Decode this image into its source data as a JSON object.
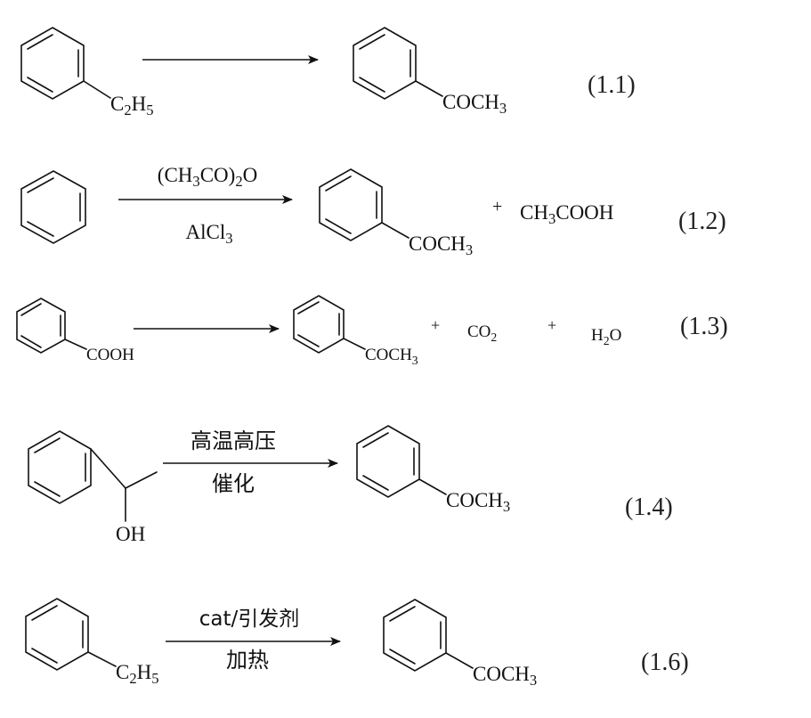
{
  "reactions": [
    {
      "reactant": {
        "substituent": "C2H5"
      },
      "product": {
        "substituent": "COCH3"
      },
      "conditions": {
        "above": "",
        "below": ""
      },
      "byproducts": [],
      "equation_number": "(1.1)"
    },
    {
      "reactant": {
        "substituent": ""
      },
      "product": {
        "substituent": "COCH3"
      },
      "conditions": {
        "above": "(CH3CO)2O",
        "below": "AlCl3"
      },
      "byproducts": [
        {
          "plus": "+",
          "formula": "CH3COOH"
        }
      ],
      "equation_number": "(1.2)"
    },
    {
      "reactant": {
        "substituent": "COOH"
      },
      "product": {
        "substituent": "COCH3"
      },
      "conditions": {
        "above": "",
        "below": ""
      },
      "byproducts": [
        {
          "plus": "+",
          "formula": "CO2"
        },
        {
          "plus": "+",
          "formula": "H2O"
        }
      ],
      "equation_number": "(1.3)"
    },
    {
      "reactant": {
        "substituent": "OH"
      },
      "product": {
        "substituent": "COCH3"
      },
      "conditions": {
        "above": "高温高压",
        "below": "催化"
      },
      "byproducts": [],
      "equation_number": "(1.4)"
    },
    {
      "reactant": {
        "substituent": "C2H5"
      },
      "product": {
        "substituent": "COCH3"
      },
      "conditions": {
        "above": "cat/引发剂",
        "below": "加热"
      },
      "byproducts": [],
      "equation_number": "(1.6)"
    }
  ]
}
